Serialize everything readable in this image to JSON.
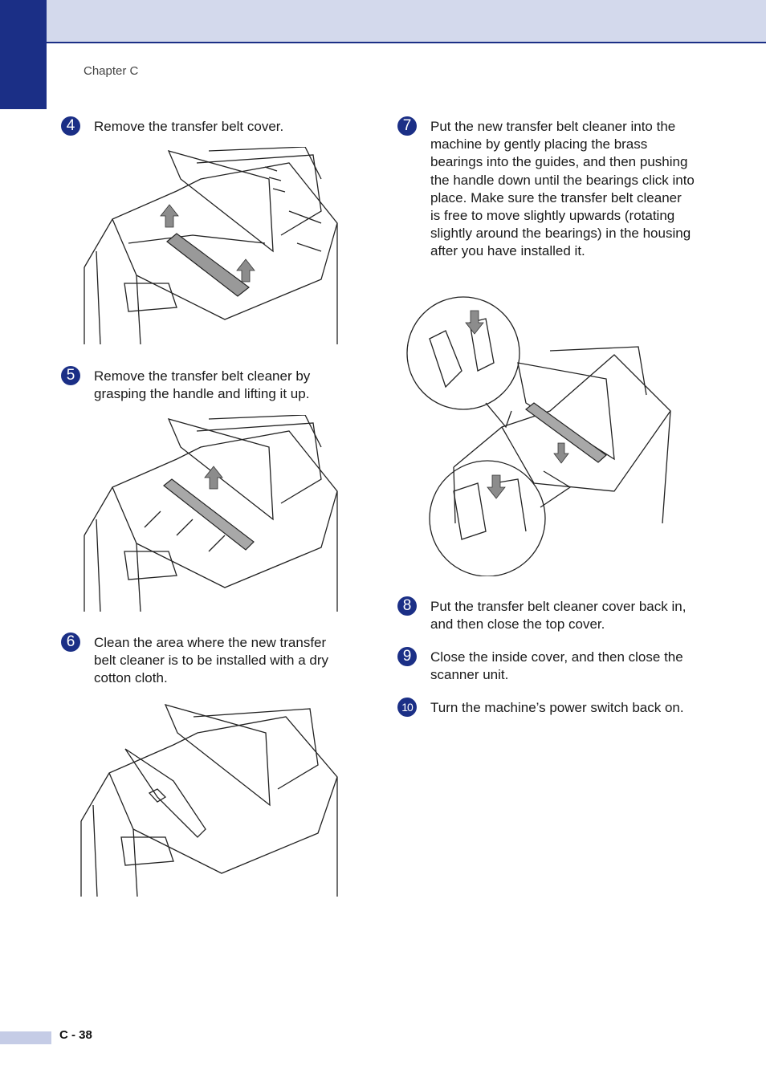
{
  "header": {
    "chapter": "Chapter C"
  },
  "steps": [
    {
      "num": "4",
      "text": "Remove the transfer belt cover."
    },
    {
      "num": "5",
      "text": "Remove the transfer belt cleaner by grasping the handle and lifting it up."
    },
    {
      "num": "6",
      "text": "Clean the area where the new transfer belt cleaner is to be installed with a dry cotton cloth."
    },
    {
      "num": "7",
      "text": "Put the new transfer belt cleaner into the machine by gently placing the brass bearings into the guides, and then pushing the handle down until the bearings click into place. Make sure the transfer belt cleaner is free to move slightly upwards (rotating slightly around the bearings) in the housing after you have installed it."
    },
    {
      "num": "8",
      "text": "Put the transfer belt cleaner cover back in, and then close the top cover."
    },
    {
      "num": "9",
      "text": "Close the inside cover, and then close the scanner unit."
    },
    {
      "num": "10",
      "text": "Turn the machine’s power switch back on."
    }
  ],
  "footer": {
    "page": "C - 38"
  },
  "colors": {
    "accent": "#1b2f86",
    "band": "#d3d9ec",
    "footer_bar": "#c5cce6"
  }
}
